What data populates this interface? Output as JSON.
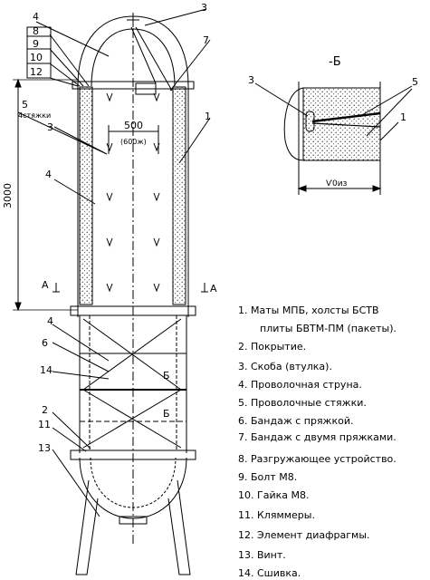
{
  "detail_title": "-Б",
  "dimensions": {
    "height_3000": "3000",
    "diameter": "500",
    "diameter_sub": "(600ж)",
    "diz": "Ѵ0из"
  },
  "section_marks": {
    "a_left": "А",
    "a_right": "А",
    "b_top": "Б",
    "b_bottom": "Б"
  },
  "callouts": {
    "n1": "1",
    "n2": "2",
    "n3": "3",
    "n4": "4",
    "n5": "5",
    "n5_sub": "4стяжки",
    "n6": "6",
    "n7": "7",
    "n8": "8",
    "n9": "9",
    "n10": "10",
    "n11": "11",
    "n12": "12",
    "n13": "13",
    "n14": "14",
    "n4b": "4",
    "n3b": "3",
    "n4c": "4",
    "d3": "3",
    "d5": "5",
    "d1": "1"
  },
  "legend": [
    "1. Маты МПБ, холсты БСТВ",
    "плиты БВТМ-ПМ (пакеты).",
    "2. Покрытие.",
    "3. Скоба (втулка).",
    "4. Проволочная струна.",
    "5. Проволочные стяжки.",
    "6. Бандаж с пряжкой.",
    "7. Бандаж с двумя пряжками.",
    "8. Разгружающее устройство.",
    "9. Болт М8.",
    "10. Гайка М8.",
    "11. Кляммеры.",
    "12. Элемент диафрагмы.",
    "13. Винт.",
    "14. Сшивка."
  ]
}
